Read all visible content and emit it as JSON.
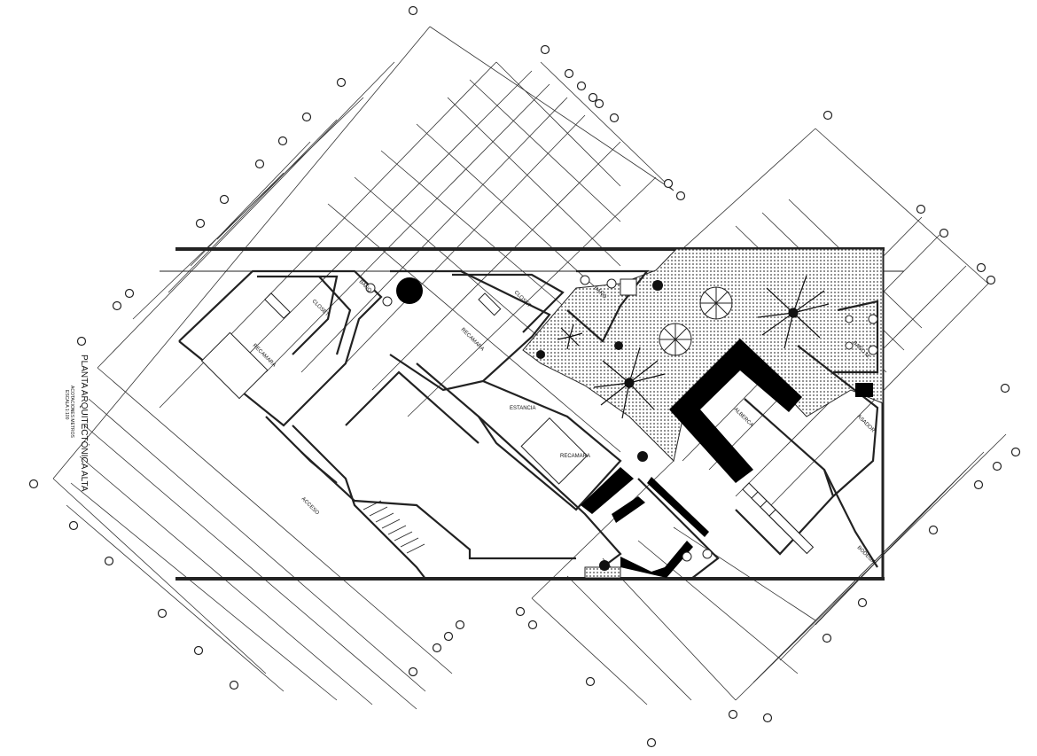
{
  "drawing": {
    "title": "PLANTA ARQUITECTÓNICA ALTA",
    "subtitle": "ACOTACIONES METROS",
    "scale": "ESCALA 1:100"
  },
  "rooms": {
    "recamara_left": "RECAMARA",
    "closet_left": "CLOSET",
    "bano_left": "BAÑO",
    "recamara_mid": "RECAMARA",
    "closet_mid": "CLOSET",
    "bano_mid": "BAÑO",
    "estancia": "ESTANCIA",
    "recamara_center": "RECAMARA",
    "alberca": "ALBERCA",
    "bano_right": "BAÑO M.",
    "asador": "ASADOR",
    "bodega": "BODEGA",
    "acceso": "ACCESO"
  },
  "colors": {
    "line": "#1a1a1a",
    "wall": "#222222",
    "fill_solid": "#000000",
    "hatch": "#555555",
    "paper": "#ffffff"
  }
}
